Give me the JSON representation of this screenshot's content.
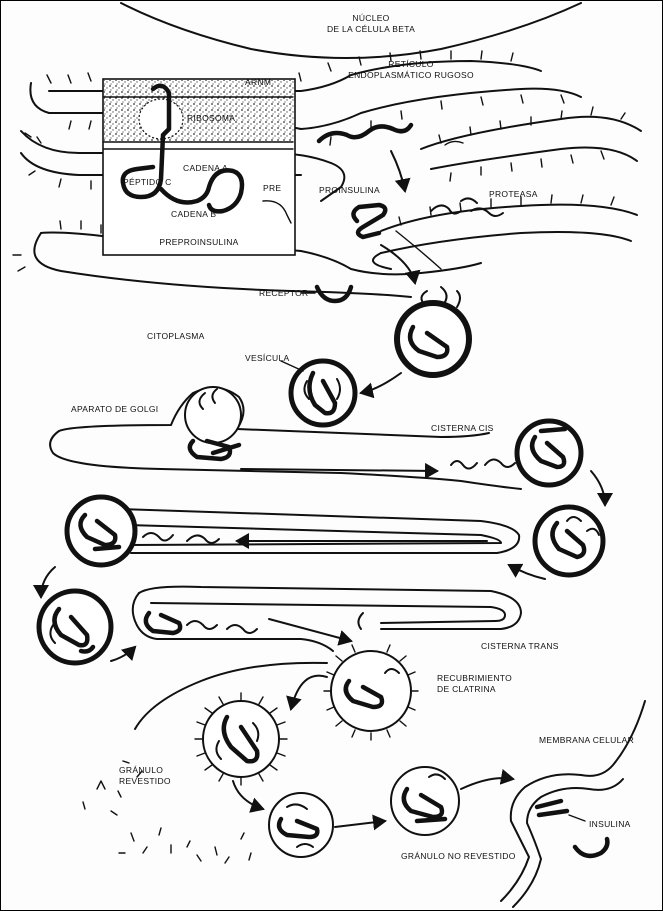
{
  "labels": {
    "nucleus_line1": "NÚCLEO",
    "nucleus_line2": "DE LA CÉLULA BETA",
    "rer_line1": "RETÍCULO",
    "rer_line2": "ENDOPLASMÁTICO RUGOSO",
    "ribosome": "RIBOSOMA",
    "mrna": "ARNm",
    "chain_a": "CADENA A",
    "peptide_c": "PÉPTIDO C",
    "pre": "PRE",
    "chain_b": "CADENA B",
    "preproinsulin": "PREPROINSULINA",
    "proinsulin": "PROINSULINA",
    "protease": "PROTEASA",
    "receptor": "RECEPTOR",
    "cytoplasm": "CITOPLASMA",
    "vesicle": "VESÍCULA",
    "golgi": "APARATO DE GOLGI",
    "cis_cistern": "CISTERNA CIS",
    "trans_cistern": "CISTERNA TRANS",
    "clathrin_line1": "RECUBRIMIENTO",
    "clathrin_line2": "DE CLATRINA",
    "coated_granule_line1": "GRÁNULO",
    "coated_granule_line2": "REVESTIDO",
    "uncoated_granule": "GRÁNULO NO REVESTIDO",
    "cell_membrane": "MEMBRANA CELULAR",
    "insulin": "INSULINA"
  },
  "colors": {
    "ink": "#111111",
    "paper": "#fdfdfd"
  }
}
